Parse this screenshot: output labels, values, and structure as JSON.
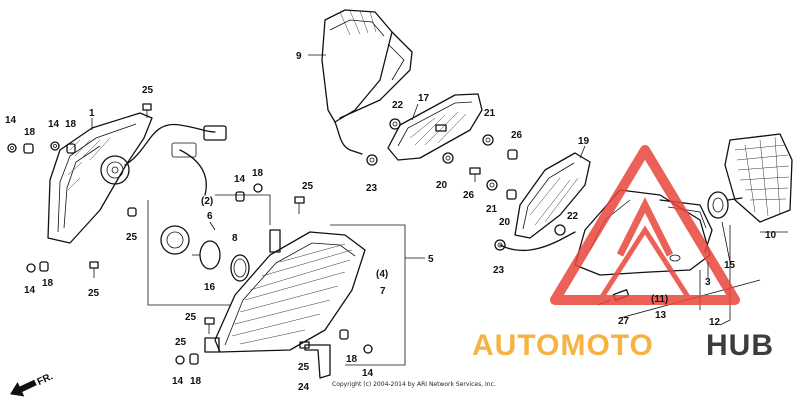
{
  "diagram": {
    "labels": {
      "p1": "1",
      "p2": "(2)",
      "p3": "3",
      "p4": "(4)",
      "p5": "5",
      "p6": "6",
      "p7": "7",
      "p8": "8",
      "p9": "9",
      "p10": "10",
      "p11": "(11)",
      "p12": "12",
      "p13": "13",
      "p14": "14",
      "p15": "15",
      "p16": "16",
      "p17": "17",
      "p18": "18",
      "p19": "19",
      "p20": "20",
      "p21": "21",
      "p22": "22",
      "p23": "23",
      "p24": "24",
      "p25": "25",
      "p26": "26",
      "p27": "27"
    },
    "front_indicator": "FR.",
    "copyright": "Copyright (c) 2004-2014 by ARI Network Services, Inc.",
    "watermark": {
      "text_a": "AUTOMOTO",
      "text_b": "HUB",
      "colors": {
        "primary": "#e8463a",
        "secondary": "#f5a623",
        "dark": "#1b1b1b"
      }
    }
  }
}
